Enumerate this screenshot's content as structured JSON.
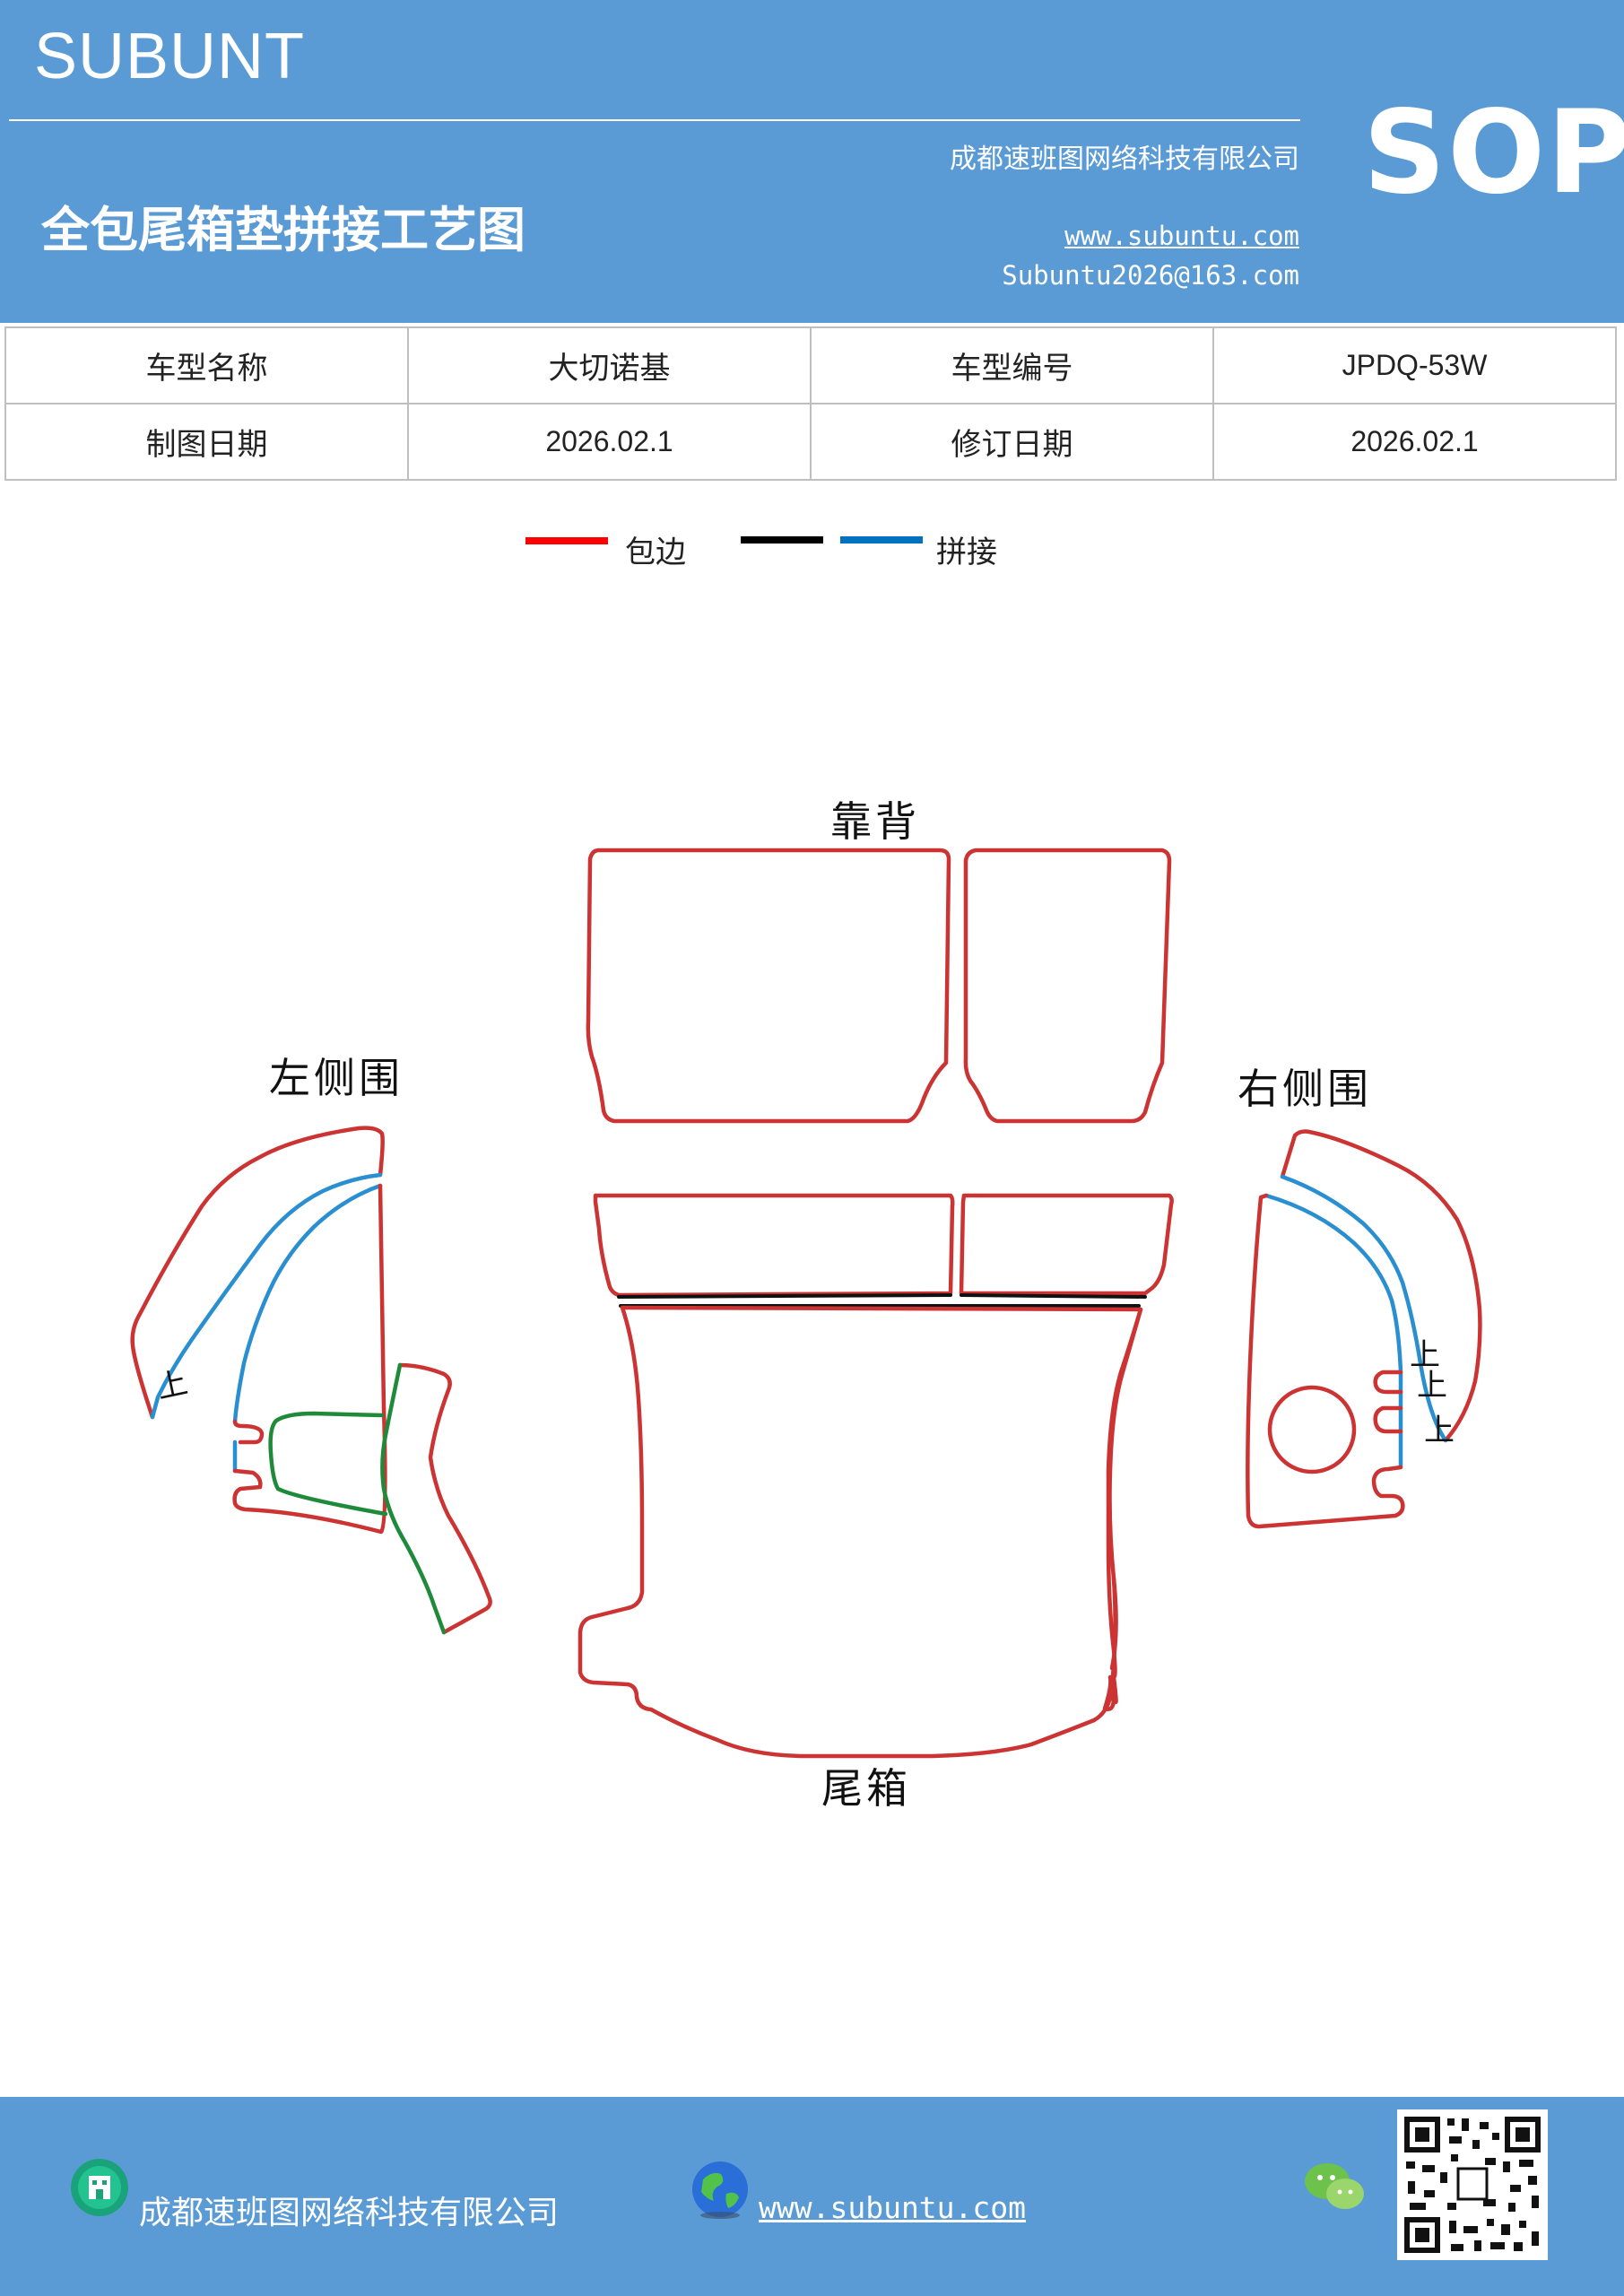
{
  "header": {
    "brand": "SUBUNT",
    "company": "成都速班图网络科技有限公司",
    "title": "全包尾箱垫拼接工艺图",
    "website": "www.subuntu.com",
    "email": "Subuntu2026@163.com",
    "badge": "SOP"
  },
  "info_table": {
    "rows": [
      {
        "label1": "车型名称",
        "value1": "大切诺基",
        "label2": "车型编号",
        "value2": "JPDQ-53W"
      },
      {
        "label1": "制图日期",
        "value1": "2026.02.1",
        "label2": "修订日期",
        "value2": "2026.02.1"
      }
    ]
  },
  "legend": {
    "items": [
      {
        "label": "包边",
        "color": "#ff0000"
      },
      {
        "label": "",
        "color": "#000000"
      },
      {
        "label": "拼接",
        "color": "#0070c0"
      }
    ]
  },
  "diagram": {
    "labels": {
      "backrest": "靠背",
      "left_side": "左侧围",
      "right_side": "右侧围",
      "trunk": "尾箱"
    },
    "mark_char": "上",
    "colors": {
      "edge": "#cc3333",
      "seam_blue": "#2a8fd0",
      "seam_black": "#111111",
      "seam_green": "#1f8a3a"
    }
  },
  "footer": {
    "company": "成都速班图网络科技有限公司",
    "website": "www.subuntu.com"
  },
  "icons": [
    "building-icon",
    "globe-icon",
    "wechat-icon",
    "qr-code"
  ]
}
